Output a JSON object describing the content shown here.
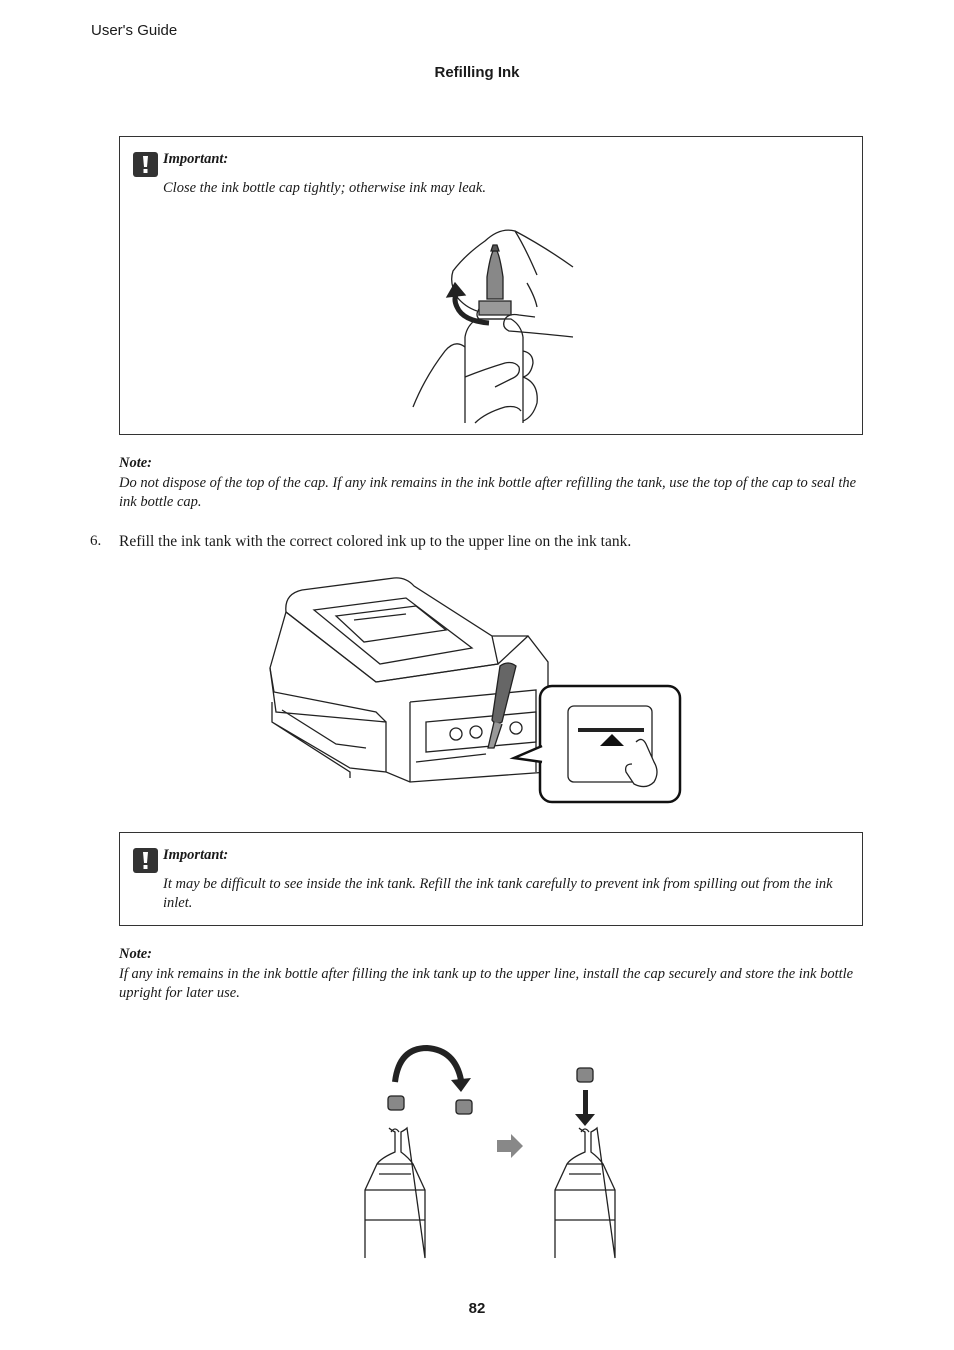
{
  "header": {
    "guide_title": "User's Guide",
    "section_title": "Refilling Ink"
  },
  "important_1": {
    "title": "Important:",
    "text": "Close the ink bottle cap tightly; otherwise ink may leak."
  },
  "note_1": {
    "title": "Note:",
    "text": "Do not dispose of the top of the cap. If any ink remains in the ink bottle after refilling the tank, use the top of the cap to seal the ink bottle cap."
  },
  "step_6": {
    "number": "6.",
    "text": "Refill the ink tank with the correct colored ink up to the upper line on the ink tank."
  },
  "important_2": {
    "title": "Important:",
    "text": "It may be difficult to see inside the ink tank. Refill the ink tank carefully to prevent ink from spilling out from the ink inlet."
  },
  "note_2": {
    "title": "Note:",
    "text": "If any ink remains in the ink bottle after filling the ink tank up to the upper line, install the cap securely and store the ink bottle upright for later use."
  },
  "footer": {
    "page_number": "82"
  }
}
